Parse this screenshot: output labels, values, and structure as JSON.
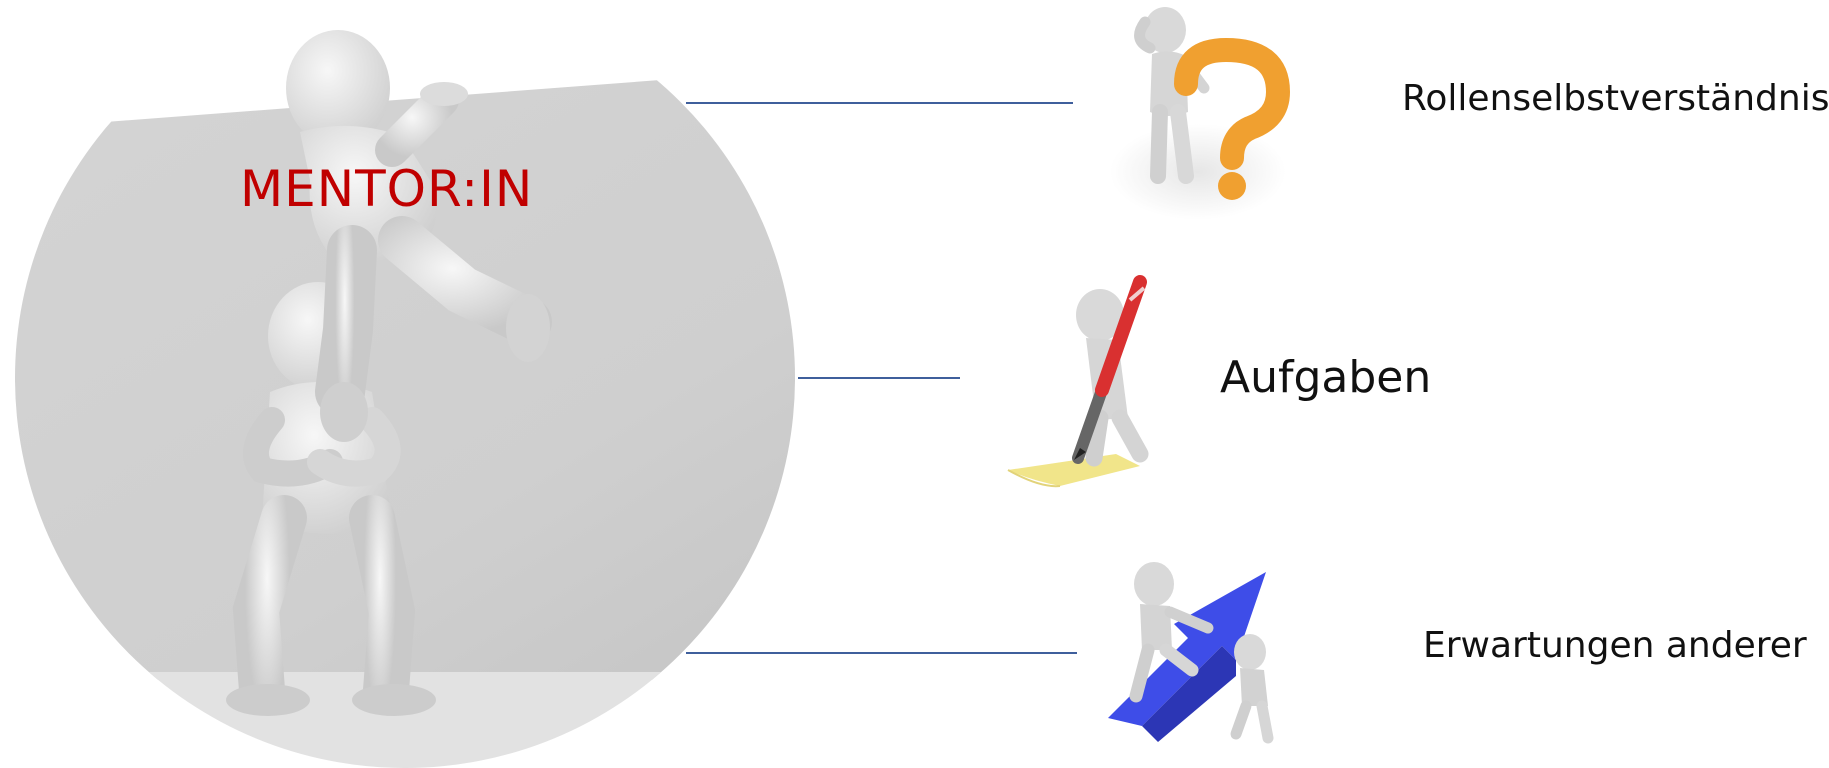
{
  "main": {
    "label": "MENTOR:IN",
    "label_color": "#c00000"
  },
  "items": [
    {
      "label": "Rollenselbstverständnis",
      "icon": "thinking-figure-question-mark-icon"
    },
    {
      "label": "Aufgaben",
      "icon": "figure-writing-with-pen-icon"
    },
    {
      "label": "Erwartungen anderer",
      "icon": "figures-pushing-arrow-up-icon"
    }
  ],
  "colors": {
    "connector": "#3f5f9c",
    "question_mark": "#f0a030",
    "pen": "#d93030",
    "arrow": "#3e4de8",
    "paper": "#f1e58a",
    "figure": "#d8d8d8"
  }
}
